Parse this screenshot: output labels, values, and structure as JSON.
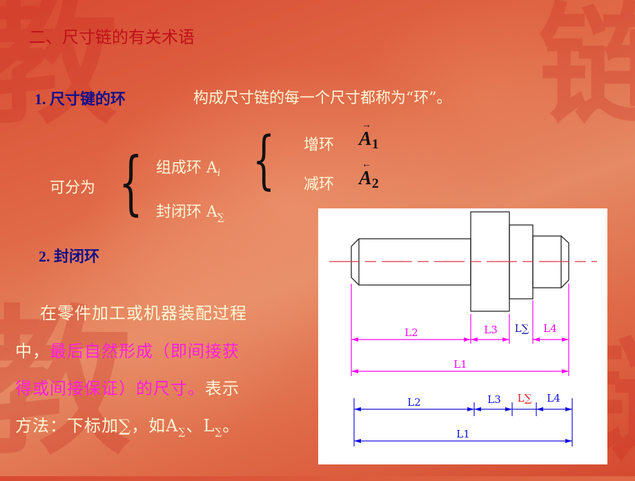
{
  "slide": {
    "title": "二、尺寸链的有关术语",
    "section1": {
      "heading": "1. 尺寸键的环",
      "definition": "构成尺寸链的每一个尺寸都称为“环”。",
      "classification_label": "可分为",
      "components": {
        "label": "组成环 A",
        "subscript": "i",
        "increasing": {
          "label": "增环",
          "symbol": "A",
          "subscript": "1",
          "arrow": "→"
        },
        "decreasing": {
          "label": "减环",
          "symbol": "A",
          "subscript": "2",
          "arrow": "←"
        }
      },
      "closing": {
        "label": "封闭环 A",
        "subscript": "∑"
      }
    },
    "section2": {
      "heading": "2. 封闭环",
      "para_line1": "在零件加工或机器装配过程",
      "para_line2_prefix": "中，",
      "para_line2_highlight": "最后自然形成（即间接获",
      "para_line3_highlight": "得或间接保证）的尺寸。",
      "para_line3_suffix": "表示",
      "para_line4": "方法：下标加∑，如A",
      "para_line4_sub1": "∑",
      "para_line4_mid": "、L",
      "para_line4_sub2": "∑",
      "para_line4_end": "。"
    },
    "diagram": {
      "top_dims": {
        "L2": "L2",
        "L3": "L3",
        "Lsum": "L∑",
        "L4": "L4",
        "L1": "L1"
      },
      "bottom_dims": {
        "L2": "L2",
        "L3": "L3",
        "Lsum": "L∑",
        "L4": "L4",
        "L1": "L1"
      },
      "colors": {
        "part_outline": "#222222",
        "centerline": "#e03040",
        "top_dims": "#ff00ff",
        "top_lsum": "#1010a0",
        "bottom_dims": "#1010e0",
        "bottom_lsum": "#e02020"
      }
    }
  }
}
